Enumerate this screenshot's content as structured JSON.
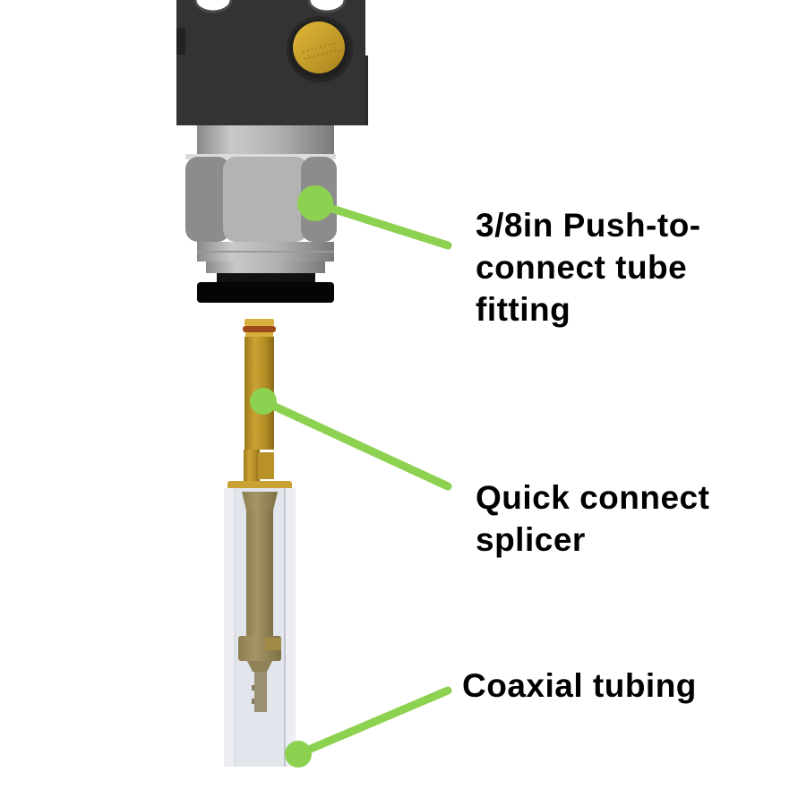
{
  "diagram": {
    "type": "labeled-assembly",
    "callout_color": "#8dd150",
    "parts": [
      {
        "id": "fitting",
        "label": "3/8in Push-to-\nconnect tube\nfitting"
      },
      {
        "id": "splicer",
        "label": "Quick connect\nsplicer"
      },
      {
        "id": "tubing",
        "label": "Coaxial tubing"
      }
    ]
  }
}
